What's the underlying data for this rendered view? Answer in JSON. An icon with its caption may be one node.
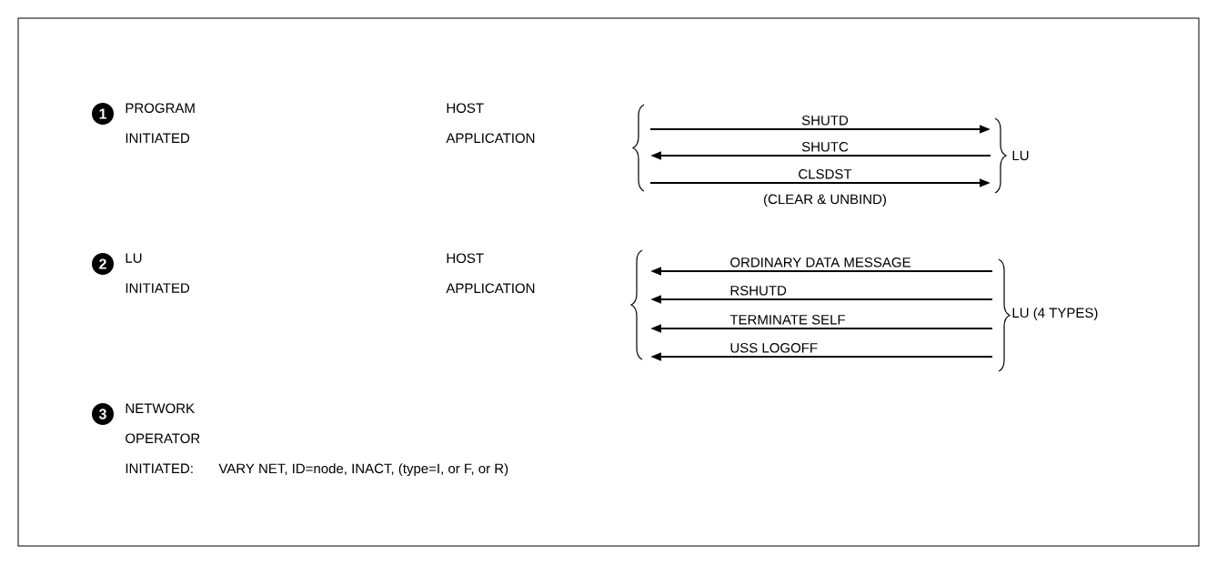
{
  "diagram": {
    "nodes": [
      {
        "text": [
          "HOST APPLICATION"
        ]
      },
      {
        "text": [
          "LU"
        ]
      },
      {
        "text": [
          "HOST APPLICATION"
        ]
      },
      {
        "text": [
          "LU (4 TYPES)"
        ]
      }
    ],
    "edges": [
      {
        "from": 0,
        "to": 1,
        "arrow": "to",
        "label": "SHUTD"
      },
      {
        "from": 1,
        "to": 0,
        "arrow": "to",
        "label": "SHUTC"
      },
      {
        "from": 0,
        "to": 1,
        "arrow": "to",
        "label": "CLSDST"
      },
      {
        "from": 3,
        "to": 2,
        "arrow": "to",
        "label": "ORDINARY DATA MESSAGE"
      },
      {
        "from": 3,
        "to": 2,
        "arrow": "to",
        "label": "RSHUTD"
      },
      {
        "from": 3,
        "to": 2,
        "arrow": "to",
        "label": "TERMINATE SELF"
      },
      {
        "from": 3,
        "to": 2,
        "arrow": "to",
        "label": "USS LOGOFF"
      }
    ],
    "labels": [
      "1",
      "PROGRAM INITIATED",
      "(CLEAR & UNBIND)",
      "2",
      "LU INITIATED",
      "3",
      "NETWORK OPERATOR INITIATED:",
      "VARY NET, ID=node, INACT, (type=I, or F, or R)"
    ]
  }
}
